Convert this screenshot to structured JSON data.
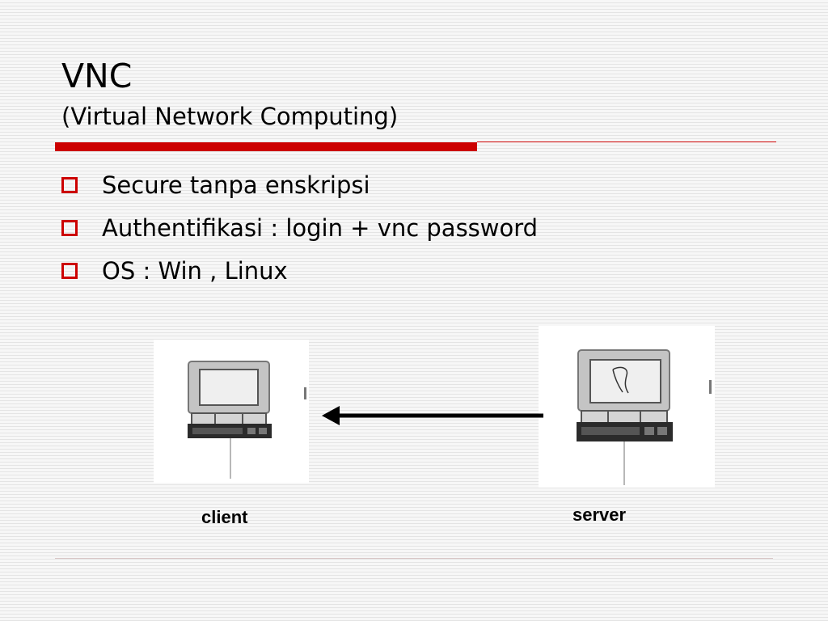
{
  "slide": {
    "title": "VNC",
    "subtitle": "(Virtual Network Computing)",
    "bullets": [
      "Secure tanpa enskripsi",
      "Authentifikasi : login + vnc password",
      "OS : Win , Linux"
    ]
  },
  "diagram": {
    "nodes": {
      "client": "client",
      "server": "server"
    },
    "edge": {
      "from": "server",
      "to": "client"
    }
  },
  "colors": {
    "accent": "#cc0000",
    "text": "#000000"
  }
}
